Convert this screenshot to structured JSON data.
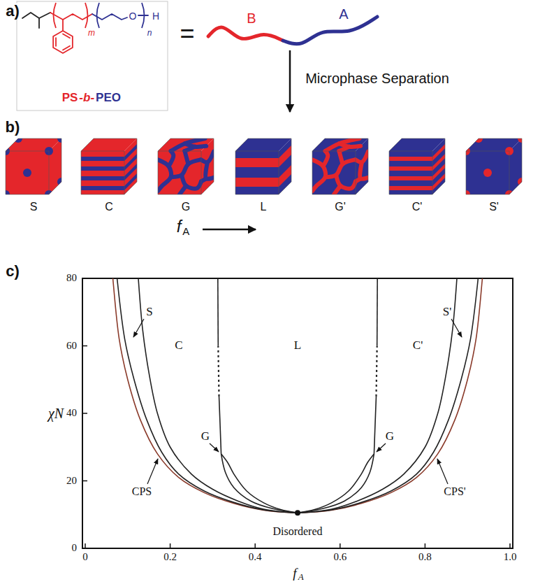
{
  "diagram": {
    "labels": [
      "a)",
      "m",
      "n",
      "O",
      "H",
      "PS",
      "-b-",
      "PEO",
      "=",
      "B",
      "A",
      "Microphase Separation",
      "b)",
      "S",
      "C",
      "G",
      "L",
      "G'",
      "C'",
      "S'",
      "f",
      "A",
      "c)",
      "80",
      "60",
      "40",
      "20",
      "0",
      "0",
      "0.2",
      "0.4",
      "0.6",
      "0.8",
      "1.0",
      "χN",
      "f",
      "A",
      "S",
      "C",
      "L",
      "C'",
      "S'",
      "G",
      "G",
      "CPS",
      "CPS'",
      "Disordered"
    ]
  }
}
